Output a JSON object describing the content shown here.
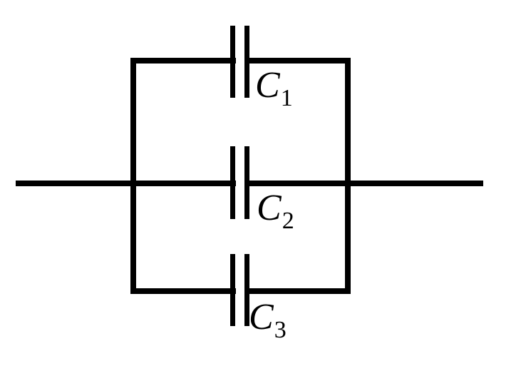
{
  "diagram": {
    "type": "circuit-diagram",
    "subject": "three capacitors connected in parallel between two horizontal lead wires",
    "background_color": "#ffffff",
    "wire_color": "#000000",
    "components": [
      {
        "name": "capacitor-1",
        "symbol": "capacitor",
        "branch": "top",
        "label_base": "C",
        "label_sub": "1"
      },
      {
        "name": "capacitor-2",
        "symbol": "capacitor",
        "branch": "middle",
        "label_base": "C",
        "label_sub": "2"
      },
      {
        "name": "capacitor-3",
        "symbol": "capacitor",
        "branch": "bottom",
        "label_base": "C",
        "label_sub": "3"
      }
    ]
  }
}
